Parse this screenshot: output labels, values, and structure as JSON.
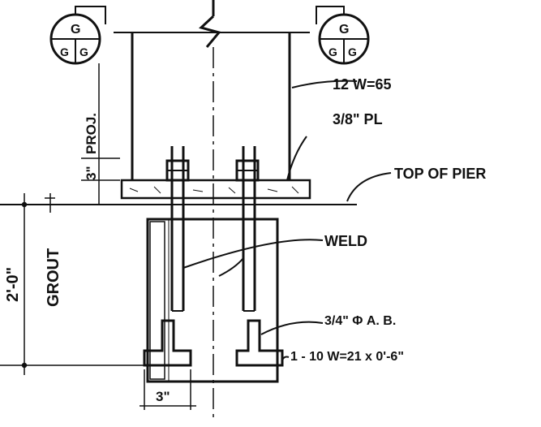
{
  "section_markers": [
    {
      "top": "G",
      "bottom_left": "G",
      "bottom_right": "G"
    },
    {
      "top": "G",
      "bottom_left": "G",
      "bottom_right": "G"
    }
  ],
  "labels": {
    "column": "12 W=65",
    "plate": "3/8\" PL",
    "top_of_pier": "TOP OF PIER",
    "weld": "WELD",
    "angle": "1 - 10 W=21 x 0'-6\"",
    "anchor_bolt": "3/4\" Φ A. B.",
    "proj": "PROJ.",
    "proj_dim": "3\"",
    "grout": "GROUT",
    "depth": "2'-0\"",
    "bottom_dim": "3\""
  }
}
